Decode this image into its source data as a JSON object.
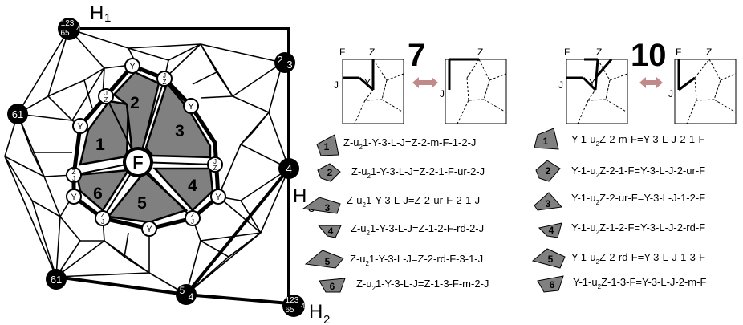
{
  "graph": {
    "face_labels": [
      "1",
      "2",
      "3",
      "4",
      "5",
      "6"
    ],
    "center_label": "F",
    "hub_label": "4",
    "h_labels": [
      {
        "main": "H",
        "sub": "1"
      },
      {
        "main": "H",
        "sub": "3"
      },
      {
        "main": "H",
        "sub": "2"
      }
    ],
    "corner_vertices": [
      {
        "top": "123",
        "bottom": "65",
        "right": "4"
      },
      {
        "top": "123",
        "bottom": "65",
        "right": "4"
      }
    ],
    "vertex_labels": {
      "top_right": {
        "big": "2",
        "small": "3"
      },
      "left": "61",
      "bottom_left": "61",
      "bottom_mid": {
        "big": "5",
        "small": "4"
      }
    },
    "small_node_letters": {
      "y": "Y",
      "j": "J",
      "z": "Z"
    }
  },
  "comparisons": [
    {
      "number": "7",
      "left_labels": {
        "f": "F",
        "z": "Z",
        "j": "J",
        "y": "Y"
      },
      "right_labels": {
        "z": "Z",
        "j": "J"
      }
    },
    {
      "number": "10",
      "left_labels": {
        "f": "F",
        "z": "Z",
        "j": "J",
        "y": "Y"
      },
      "right_labels": {
        "f": "F",
        "z": "Z",
        "j": "J"
      }
    }
  ],
  "sequences_left": [
    {
      "badge": "1",
      "text": "Z-u",
      "sub": "2",
      "tail": "1-Y-3-L-J=Z-2-m-F-1-2-J"
    },
    {
      "badge": "2",
      "text": "Z-u",
      "sub": "2",
      "tail": "1-Y-3-L-J=Z-2-1-F-ur-2-J"
    },
    {
      "badge": "3",
      "text": "Z-u",
      "sub": "2",
      "tail": "1-Y-3-L-J=Z-2-ur-F-2-1-J"
    },
    {
      "badge": "4",
      "text": "Z-u",
      "sub": "2",
      "tail": "1-Y-3-L-J=Z-1-2-F-rd-2-J"
    },
    {
      "badge": "5",
      "text": "Z-u",
      "sub": "2",
      "tail": "1-Y-3-L-J=Z-2-rd-F-3-1-J"
    },
    {
      "badge": "6",
      "text": "Z-u",
      "sub": "2",
      "tail": "1-Y-3-L-J=Z-1-3-F-m-2-J"
    }
  ],
  "sequences_right": [
    {
      "badge": "1",
      "text": "Y-1-u",
      "sub": "2",
      "tail": "Z-2-m-F=Y-3-L-J-2-1-F"
    },
    {
      "badge": "2",
      "text": "Y-1-u",
      "sub": "2",
      "tail": "Z-2-1-F=Y-3-L-J-2-ur-F"
    },
    {
      "badge": "3",
      "text": "Y-1-u",
      "sub": "2",
      "tail": "Z-2-ur-F=Y-3-L-J-1-2-F"
    },
    {
      "badge": "4",
      "text": "Y-1-u",
      "sub": "2",
      "tail": "Z-1-2-F=Y-3-L-J-2-rd-F"
    },
    {
      "badge": "5",
      "text": "Y-1-u",
      "sub": "2",
      "tail": "Z-2-rd-F=Y-3-L-J-1-3-F"
    },
    {
      "badge": "6",
      "text": "Y-1-u",
      "sub": "2",
      "tail": "Z-1-3-F=Y-3-L-J-2-m-F"
    }
  ],
  "colors": {
    "face_fill": "#808080",
    "arrow": "#c08a8a",
    "ink": "#000000"
  }
}
